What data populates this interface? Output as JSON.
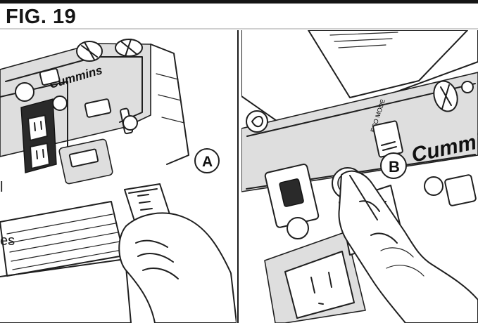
{
  "figure": {
    "title": "FIG. 19"
  },
  "left_panel": {
    "brand": "Cummins",
    "callout": "A",
    "edge_text_top": "l",
    "edge_text_bottom": "es"
  },
  "right_panel": {
    "brand": "Cummins",
    "callout": "B",
    "eco_mode_label": "ECO MODE"
  },
  "colors": {
    "ink": "#111111",
    "paper": "#ffffff",
    "shade": "#dedede"
  }
}
